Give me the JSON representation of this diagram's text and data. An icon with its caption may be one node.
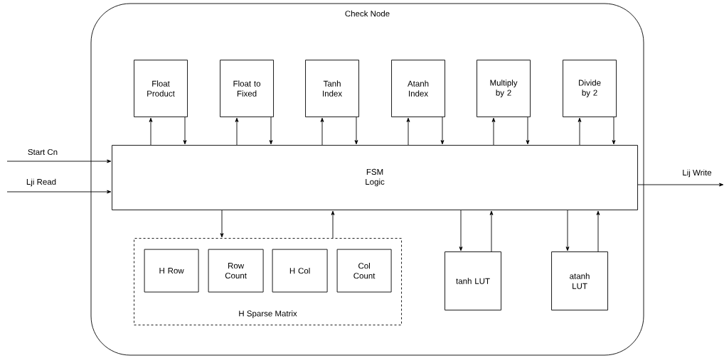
{
  "diagram": {
    "nodes": [
      {
        "text": [
          "Check Node"
        ]
      },
      {
        "text": [
          "FSM Logic"
        ],
        "in": 0
      },
      {
        "text": [
          "Float Product"
        ],
        "in": 0
      },
      {
        "text": [
          "Float to Fixed"
        ],
        "in": 0
      },
      {
        "text": [
          "Tanh Index"
        ],
        "in": 0
      },
      {
        "text": [
          "Atanh Index"
        ],
        "in": 0
      },
      {
        "text": [
          "Multiply by 2"
        ],
        "in": 0
      },
      {
        "text": [
          "Divide by 2"
        ],
        "in": 0
      },
      {
        "text": [
          "H Sparse Matrix"
        ],
        "in": 0
      },
      {
        "text": [
          "H Row"
        ],
        "in": 8
      },
      {
        "text": [
          "Row Count"
        ],
        "in": 8
      },
      {
        "text": [
          "H Col"
        ],
        "in": 8
      },
      {
        "text": [
          "Col Count"
        ],
        "in": 8
      },
      {
        "text": [
          "tanh LUT"
        ],
        "in": 0
      },
      {
        "text": [
          "atanh LUT"
        ],
        "in": 0
      }
    ],
    "edges": [
      {
        "from": null,
        "to": 1,
        "arrow": "to",
        "label": "Start Cn"
      },
      {
        "from": null,
        "to": 1,
        "arrow": "to",
        "label": "Lji Read"
      },
      {
        "from": 1,
        "to": null,
        "arrow": "to",
        "label": "Lij Write"
      },
      {
        "from": 1,
        "to": 2,
        "arrow": "to"
      },
      {
        "from": 2,
        "to": 1,
        "arrow": "to"
      },
      {
        "from": 1,
        "to": 3,
        "arrow": "to"
      },
      {
        "from": 3,
        "to": 1,
        "arrow": "to"
      },
      {
        "from": 1,
        "to": 4,
        "arrow": "to"
      },
      {
        "from": 4,
        "to": 1,
        "arrow": "to"
      },
      {
        "from": 1,
        "to": 5,
        "arrow": "to"
      },
      {
        "from": 5,
        "to": 1,
        "arrow": "to"
      },
      {
        "from": 1,
        "to": 6,
        "arrow": "to"
      },
      {
        "from": 6,
        "to": 1,
        "arrow": "to"
      },
      {
        "from": 1,
        "to": 7,
        "arrow": "to"
      },
      {
        "from": 7,
        "to": 1,
        "arrow": "to"
      },
      {
        "from": 1,
        "to": 8,
        "arrow": "to"
      },
      {
        "from": 8,
        "to": 1,
        "arrow": "to"
      },
      {
        "from": 1,
        "to": 13,
        "arrow": "to"
      },
      {
        "from": 13,
        "to": 1,
        "arrow": "to"
      },
      {
        "from": 1,
        "to": 14,
        "arrow": "to"
      },
      {
        "from": 14,
        "to": 1,
        "arrow": "to"
      }
    ]
  }
}
